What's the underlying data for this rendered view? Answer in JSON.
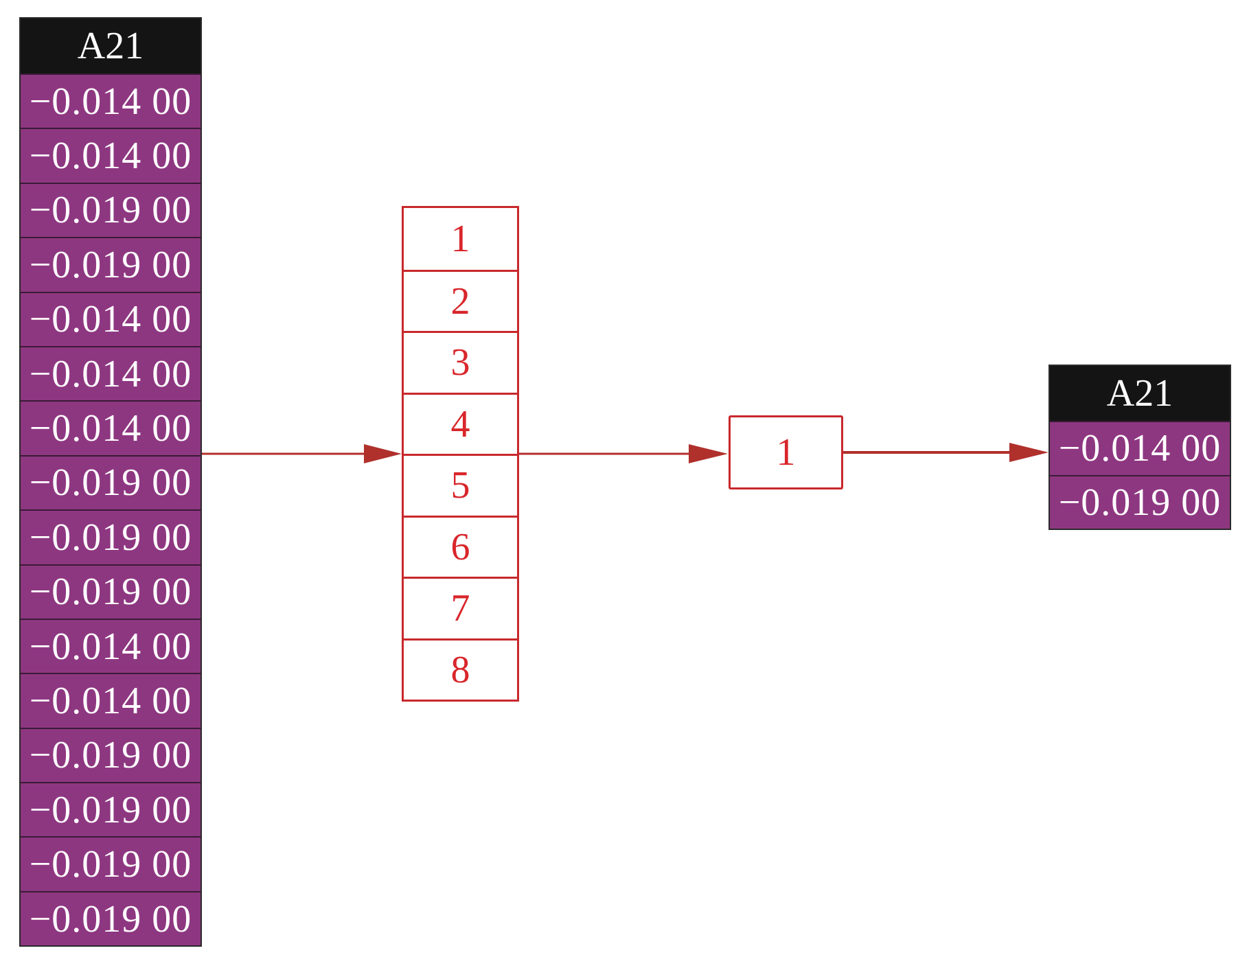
{
  "input_table": {
    "header": "A21",
    "values": [
      "−0.014 00",
      "−0.014 00",
      "−0.019 00",
      "−0.019 00",
      "−0.014 00",
      "−0.014 00",
      "−0.014 00",
      "−0.019 00",
      "−0.019 00",
      "−0.019 00",
      "−0.014 00",
      "−0.014 00",
      "−0.019 00",
      "−0.019 00",
      "−0.019 00",
      "−0.019 00"
    ]
  },
  "index_stack": {
    "cells": [
      "1",
      "2",
      "3",
      "4",
      "5",
      "6",
      "7",
      "8"
    ]
  },
  "middle_node": {
    "label": "1"
  },
  "output_table": {
    "header": "A21",
    "values": [
      "−0.014 00",
      "−0.019 00"
    ]
  },
  "colors": {
    "purple": "#8e3781",
    "header": "#141414",
    "red": "#d8262b",
    "arrow": "#b0302c"
  }
}
